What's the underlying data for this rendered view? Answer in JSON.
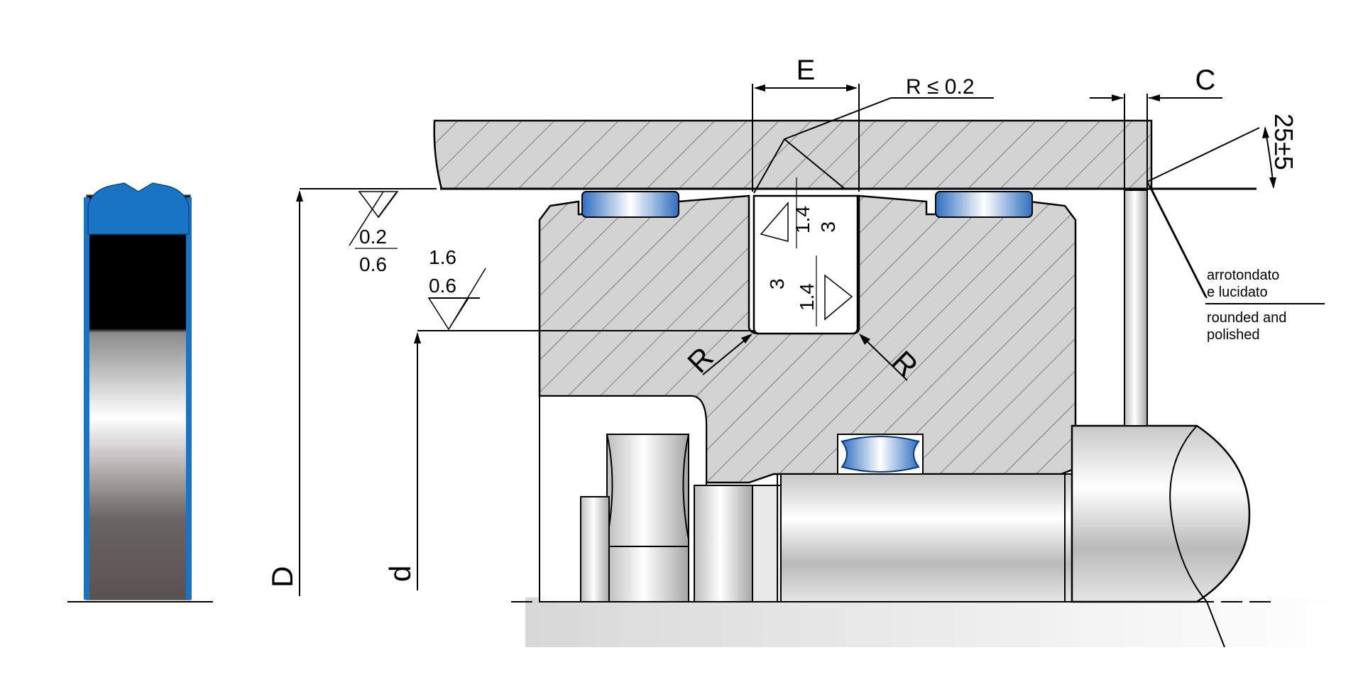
{
  "dimensions": {
    "E": "E",
    "C": "C",
    "D": "D",
    "d": "d",
    "radius_limit": "R ≤ 0.2",
    "radius_left": "R",
    "radius_right": "R",
    "angle": "25±5"
  },
  "roughness": {
    "bore_top": "0.2",
    "bore_bottom": "0.6",
    "rod_top": "1.6",
    "rod_bottom": "0.6",
    "groove_upper_a": "1.4",
    "groove_upper_b": "3",
    "groove_lower_a": "3",
    "groove_lower_b": "1.4"
  },
  "notes": {
    "it_line1": "arrotondato",
    "it_line2": "e lucidato",
    "en_line1": "rounded and",
    "en_line2": "polished"
  },
  "colors": {
    "seal_blue": "#1a74c4",
    "housing_grey": "#d3d3d3",
    "hatch": "#555555"
  }
}
